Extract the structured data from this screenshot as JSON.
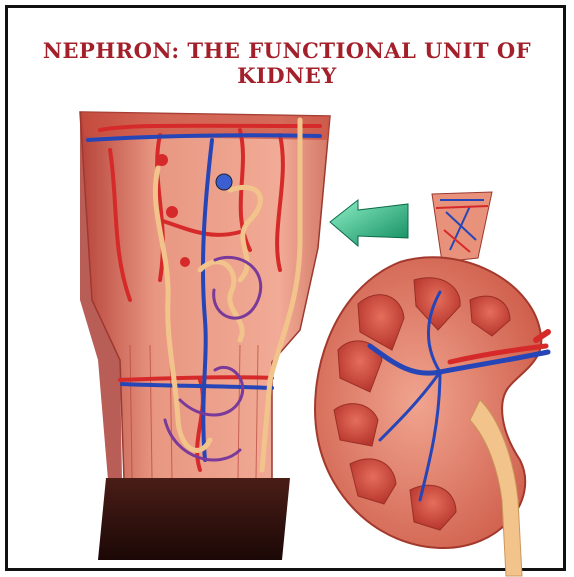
{
  "title": "NEPHRON: THE FUNCTIONAL UNIT OF KIDNEY",
  "colors": {
    "title": "#a3202a",
    "tissue": "#e48e7a",
    "artery": "#d62a2a",
    "vein": "#2646b8",
    "tubule": "#f2c48c",
    "arrow": "#1faa78",
    "base": "#3a1612"
  },
  "illustration": {
    "main": "nephron-tissue-section",
    "inset": "kidney-cross-section",
    "pointer": "arrow-left-icon"
  }
}
